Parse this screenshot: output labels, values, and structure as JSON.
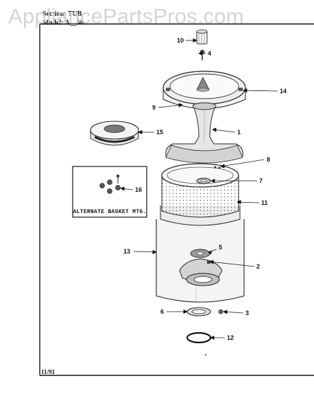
{
  "watermark": "AppliancePartsPros.com",
  "header": {
    "section_label": "Section:",
    "section_value": "TUB",
    "model_label": "Model:",
    "model_value": "A__60"
  },
  "callouts": [
    "10",
    "4",
    "14",
    "9",
    "1",
    "15",
    "8",
    "7",
    "16",
    "11",
    "13",
    "5",
    "2",
    "6",
    "3",
    "12"
  ],
  "alternate_caption": "ALTERNATE BASKET MTG.",
  "footer_date": "11/91"
}
